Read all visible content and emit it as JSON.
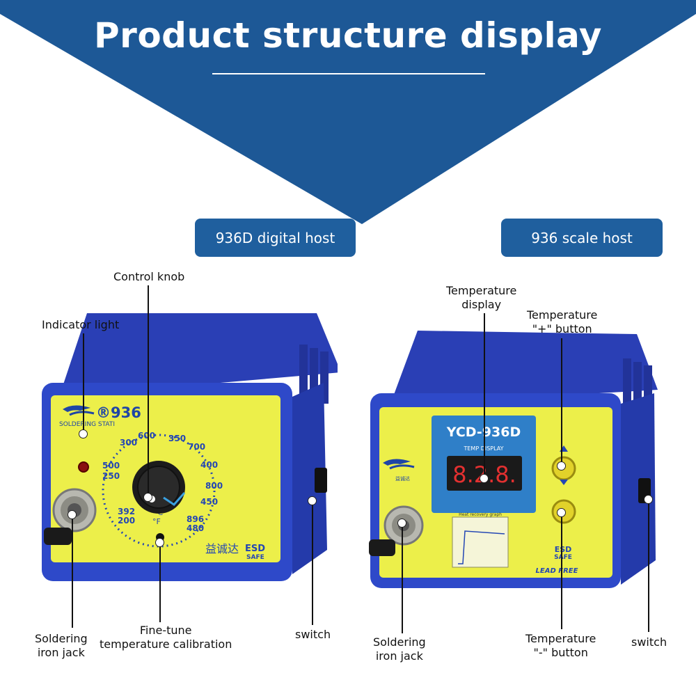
{
  "header": {
    "title": "Product structure display"
  },
  "hosts": {
    "left_label": "936D digital host",
    "right_label": "936 scale host"
  },
  "left_station": {
    "logo": "®936",
    "subtitle": "SOLDERING STATI",
    "brand": "益诚达",
    "esd": "ESD",
    "safe": "SAFE",
    "scale_c": "°C",
    "scale_f": "°F",
    "scale_labels": [
      "300",
      "600",
      "350",
      "700",
      "400",
      "500",
      "250",
      "800",
      "450",
      "392",
      "200",
      "896",
      "480"
    ],
    "callouts": {
      "control_knob": "Control knob",
      "indicator_light": "Indicator light",
      "iron_jack_1": "Soldering",
      "iron_jack_2": "iron jack",
      "fine_tune_1": "Fine-tune",
      "fine_tune_2": "temperature calibration",
      "switch": "switch"
    }
  },
  "right_station": {
    "model": "YCD-936D",
    "temp_display": "TEMP DISPLAY",
    "digits": "8.2.8.",
    "graph_title": "Heat recovery graph",
    "brand": "益诚达",
    "esd": "ESD",
    "safe": "SAFE",
    "lead_free": "LEAD FREE",
    "callouts": {
      "temp_display_1": "Temperature",
      "temp_display_2": "display",
      "plus_1": "Temperature",
      "plus_2": "\"+\" button",
      "minus_1": "Temperature",
      "minus_2": "\"-\" button",
      "iron_jack_1": "Soldering",
      "iron_jack_2": "iron jack",
      "switch": "switch"
    }
  },
  "colors": {
    "banner": "#1d5896",
    "pill": "#1f5f9e",
    "case_blue": "#2e49c9",
    "panel_yellow": "#ecef4a",
    "scale_blue": "#2346b4"
  }
}
